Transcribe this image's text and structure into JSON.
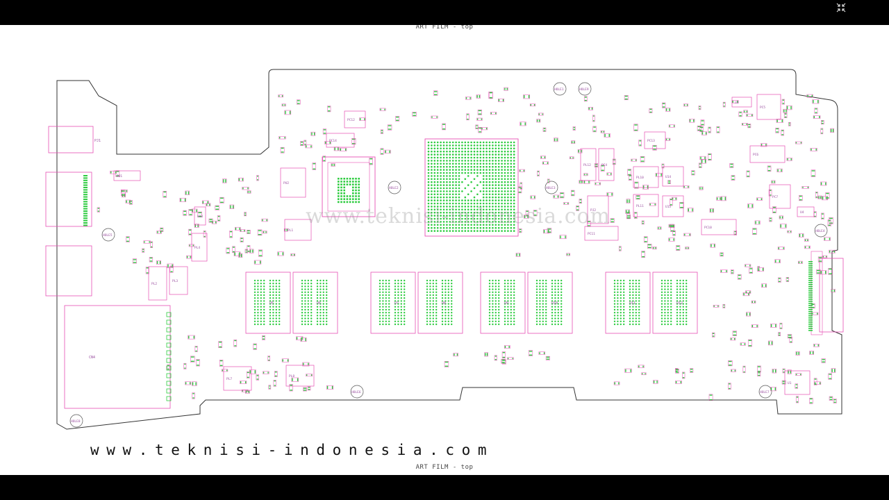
{
  "viewer": {
    "fullscreen_icon": "collapse-arrows-icon"
  },
  "film": {
    "top_label": "ART FILM - top",
    "bottom_label": "ART FILM - top"
  },
  "watermark": {
    "text": "www.teknisi-indonesia.com",
    "faint_text": "www.teknisi-indonesia.com"
  },
  "colors": {
    "outline": "#e64fb4",
    "pad": "#2ecc40",
    "board_edge": "#333333",
    "label": "#9a4fa0"
  },
  "components": {
    "connectors": [
      "PJ1",
      "CN4"
    ],
    "mounting_holes": [
      "HOLE1",
      "HOLE2",
      "HOLE3",
      "HOLE4",
      "HOLE5",
      "HOLE6",
      "HOLE7",
      "HOLE8",
      "HOLE9"
    ],
    "memory": [
      "U5",
      "U6",
      "U7",
      "U8",
      "U9",
      "U10",
      "U11",
      "U12"
    ],
    "labels": [
      "PU1",
      "PU2",
      "PL1",
      "PL2",
      "PL3",
      "PL4",
      "PL7",
      "PL8",
      "PL10",
      "PL11",
      "PL12",
      "PC4",
      "PC5",
      "PC6",
      "PC7",
      "PC10",
      "PC11",
      "PC12",
      "PC13",
      "PC14",
      "U1",
      "U2",
      "U3",
      "U4",
      "U13",
      "U14",
      "U15",
      "PJ2",
      "PQ1",
      "PQ2",
      "PR5",
      "PR6",
      "HOLE10"
    ]
  }
}
